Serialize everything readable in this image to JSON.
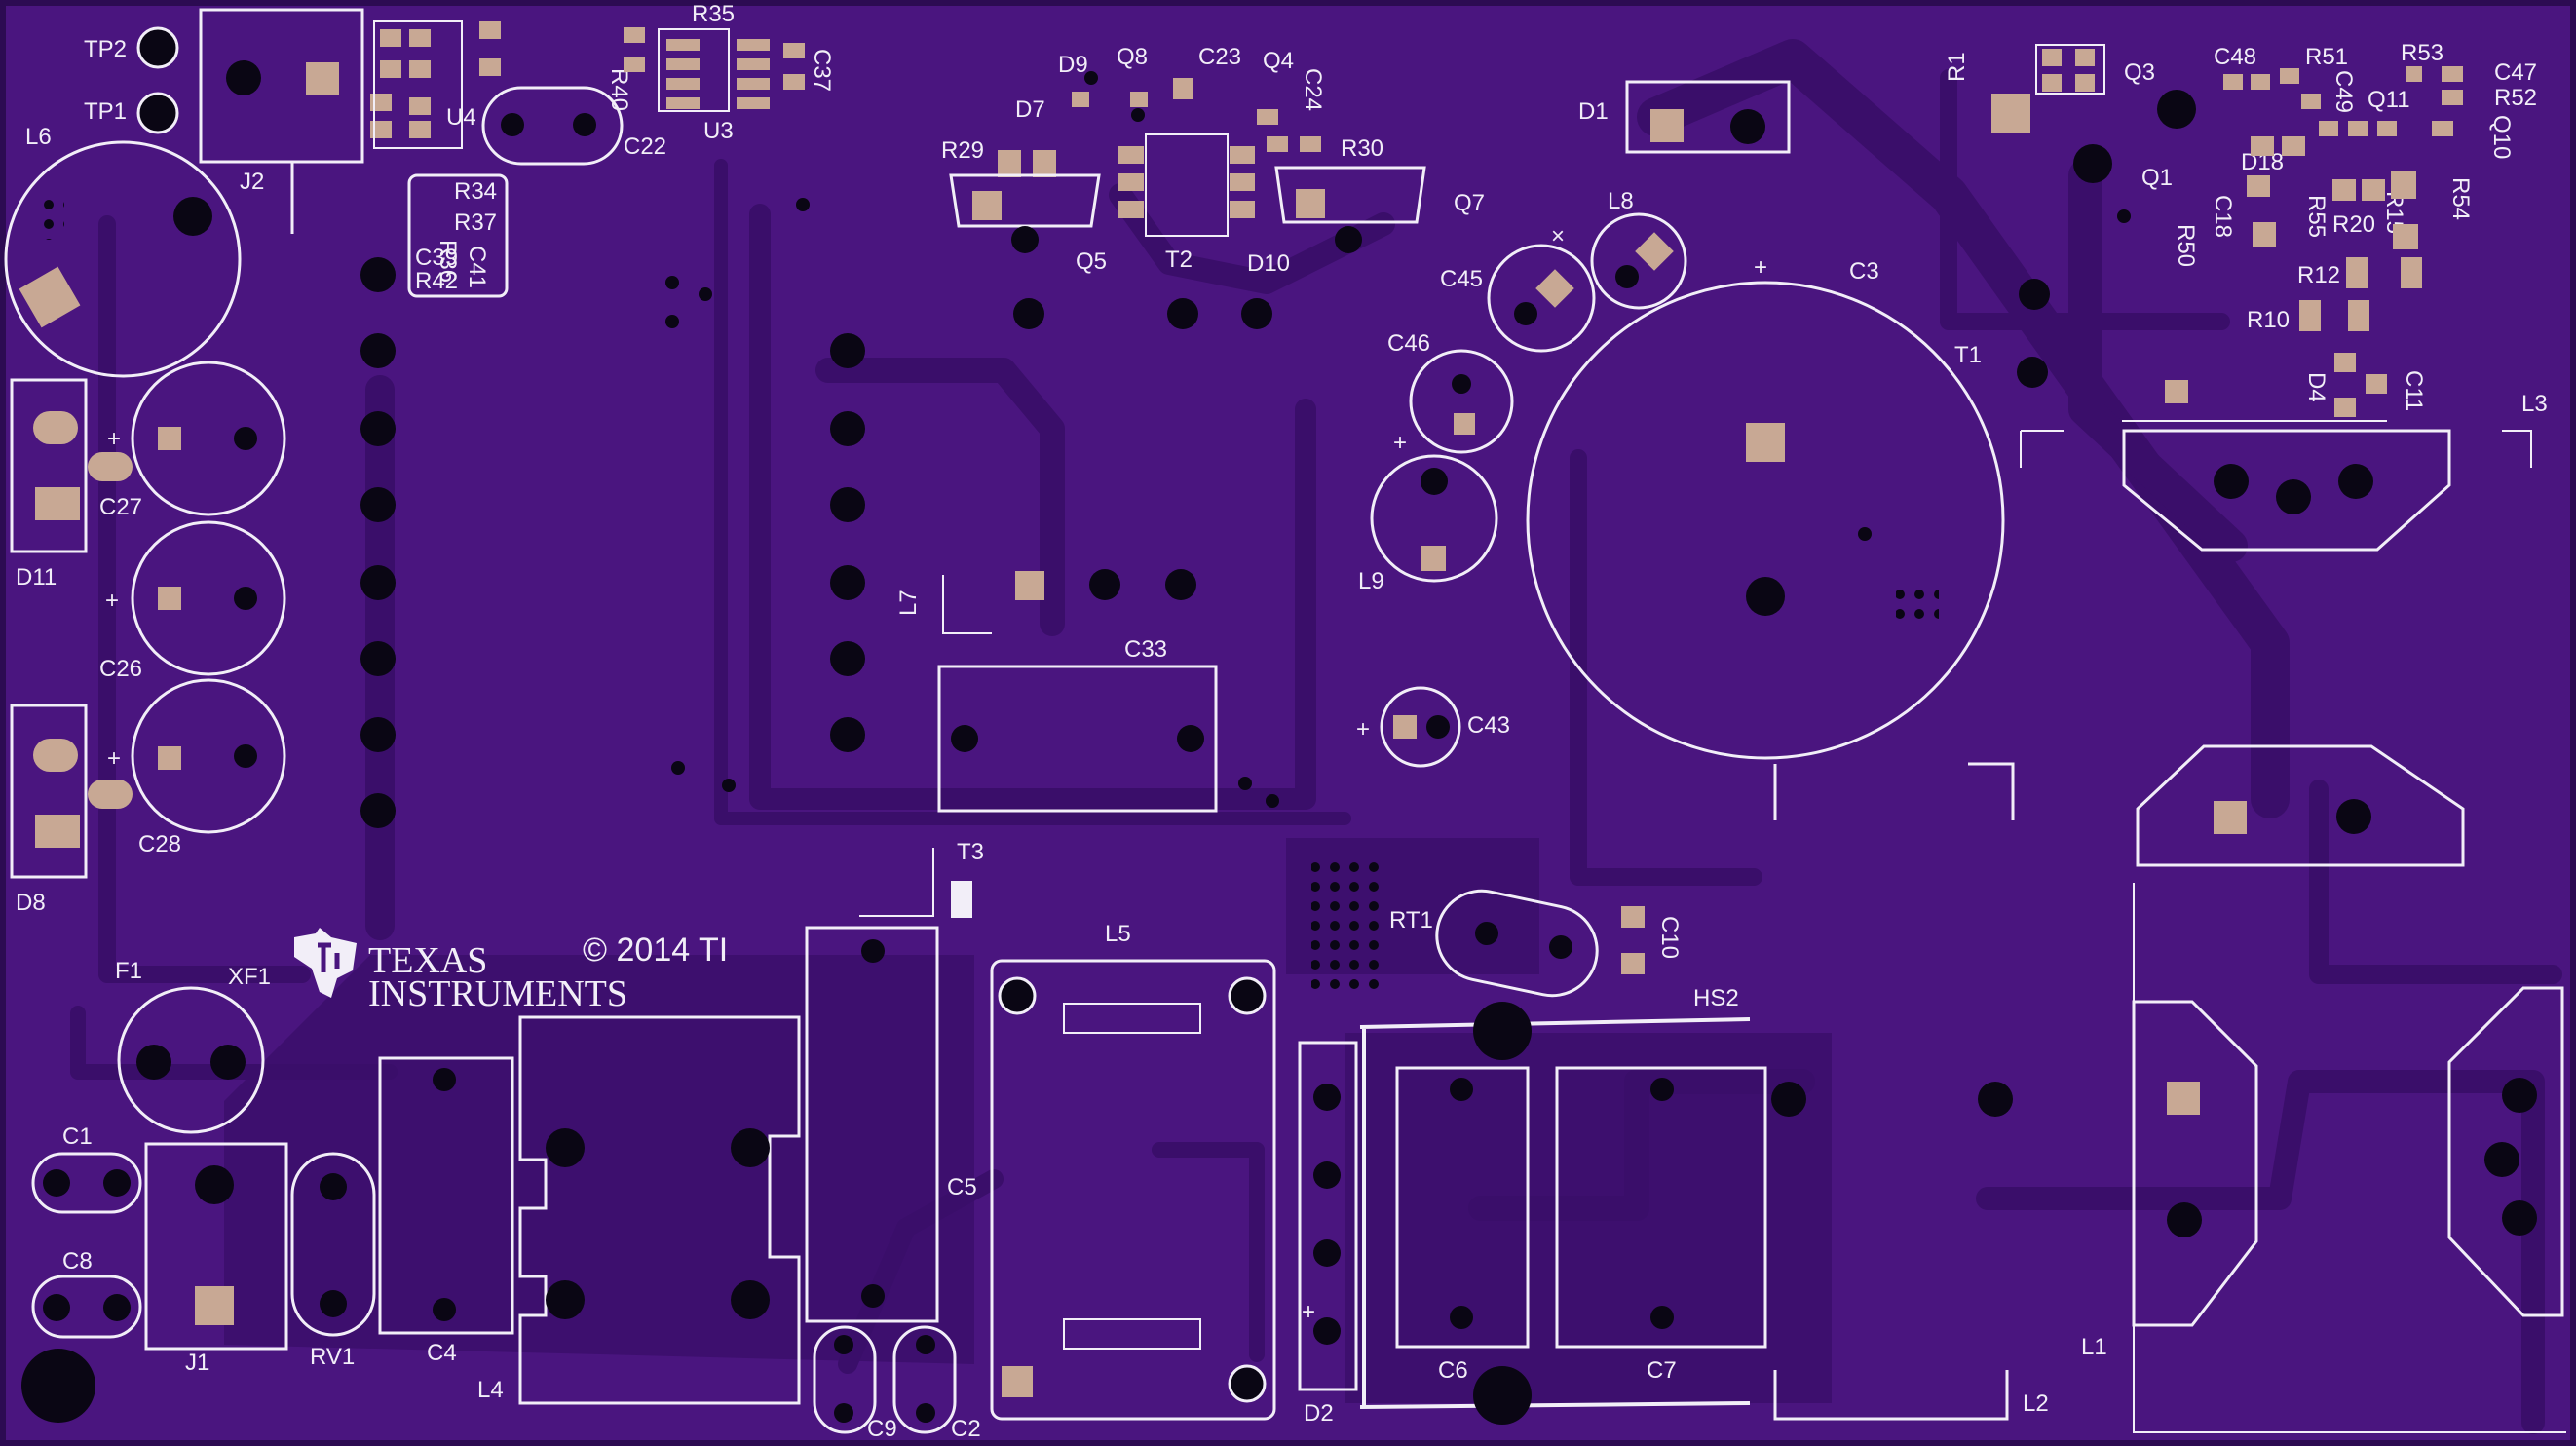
{
  "colors": {
    "board": "#4a157f",
    "board_edge": "#2c0b52",
    "copper": "#3a0e6a",
    "silk": "#f2eef8",
    "pad": "#c8a894",
    "drill": "#0a0614"
  },
  "branding": {
    "company_line1": "TEXAS",
    "company_line2": "INSTRUMENTS",
    "copyright": "© 2014 TI",
    "logo_icon": "ti-logo-icon"
  },
  "labels": {
    "TP2": "TP2",
    "TP1": "TP1",
    "L6": "L6",
    "J2": "J2",
    "U4": "U4",
    "R36": "R36",
    "R34": "R34",
    "R37": "R37",
    "C39": "C39",
    "C41": "C41",
    "R42": "R42",
    "R35": "R35",
    "R40": "R40",
    "U3": "U3",
    "C37": "C37",
    "C22": "C22",
    "D9": "D9",
    "Q8": "Q8",
    "C23": "C23",
    "Q4": "Q4",
    "C24": "C24",
    "D7": "D7",
    "R29": "R29",
    "R30": "R30",
    "Q5": "Q5",
    "T2": "T2",
    "D10": "D10",
    "Q7": "Q7",
    "D1": "D1",
    "L8": "L8",
    "C45": "C45",
    "C46": "C46",
    "C3": "C3",
    "T1": "T1",
    "L9": "L9",
    "C43": "C43",
    "C33": "C33",
    "L7": "L7",
    "R1": "R1",
    "Q3": "Q3",
    "Q1": "Q1",
    "R50": "R50",
    "C18": "C18",
    "D18": "D18",
    "C48": "C48",
    "R51": "R51",
    "C49": "C49",
    "Q11": "Q11",
    "R53": "R53",
    "C47": "C47",
    "R52": "R52",
    "Q10": "Q10",
    "R55": "R55",
    "R20": "R20",
    "R15": "R15",
    "R54": "R54",
    "R12": "R12",
    "R10": "R10",
    "D4": "D4",
    "C11": "C11",
    "L3": "L3",
    "D11": "D11",
    "C27": "C27",
    "C26": "C26",
    "C28": "C28",
    "D8": "D8",
    "T3": "T3",
    "L5": "L5",
    "RT1": "RT1",
    "C10": "C10",
    "HS2": "HS2",
    "F1": "F1",
    "XF1": "XF1",
    "C1": "C1",
    "C8": "C8",
    "J1": "J1",
    "RV1": "RV1",
    "C4": "C4",
    "L4": "L4",
    "C9": "C9",
    "C2": "C2",
    "C5": "C5",
    "D2": "D2",
    "C6": "C6",
    "C7": "C7",
    "L2": "L2",
    "L1": "L1"
  },
  "marks": {
    "plus": "+",
    "cross": "×"
  }
}
